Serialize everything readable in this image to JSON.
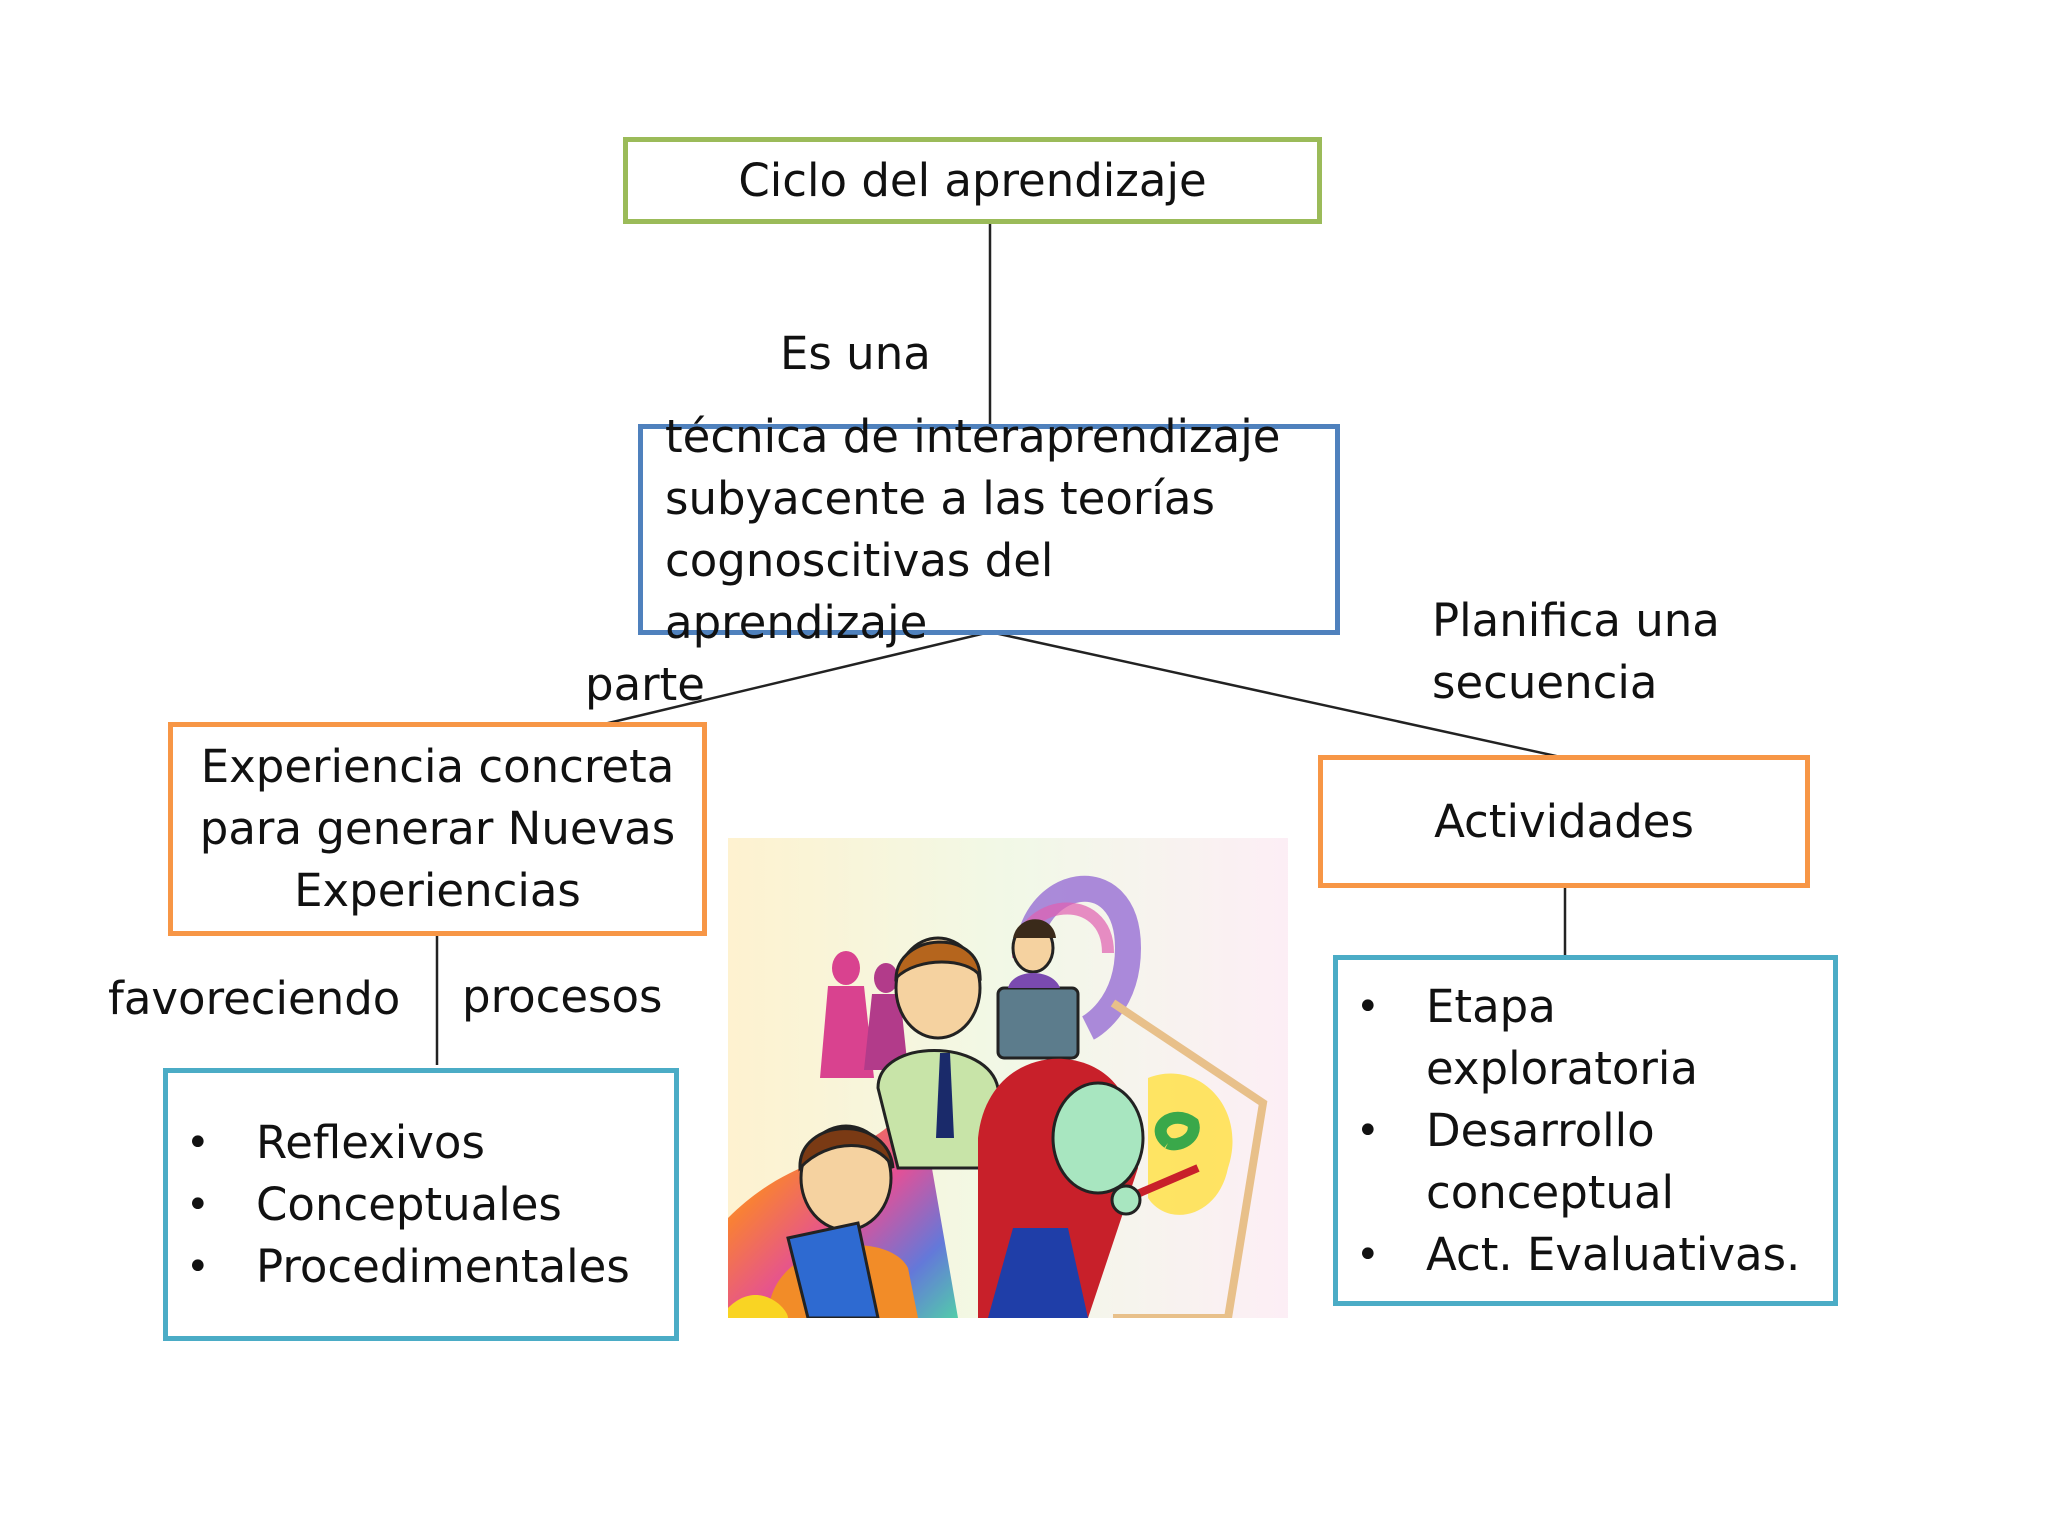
{
  "nodes": {
    "root": "Ciclo del aprendizaje",
    "tecnica": "técnica de interaprendizaje subyacente a las teorías cognoscitivas del aprendizaje",
    "experiencia": "Experiencia concreta para generar Nuevas Experiencias",
    "actividades": "Actividades",
    "procesos_list": [
      "Reflexivos",
      "Conceptuales",
      "Procedimentales"
    ],
    "actividades_list": [
      "Etapa exploratoria",
      "Desarrollo conceptual",
      "Act. Evaluativas."
    ]
  },
  "links": {
    "es_una": "Es una",
    "parte": "parte",
    "planifica": "Planifica una secuencia",
    "favoreciendo": "favoreciendo",
    "procesos": "procesos"
  },
  "bullet_glyph": "•",
  "colors": {
    "green": "#9bbb59",
    "blue": "#4f81bd",
    "orange": "#f79646",
    "teal": "#4bacc6",
    "line": "#222222"
  },
  "illustration": "people-learning-illustration"
}
